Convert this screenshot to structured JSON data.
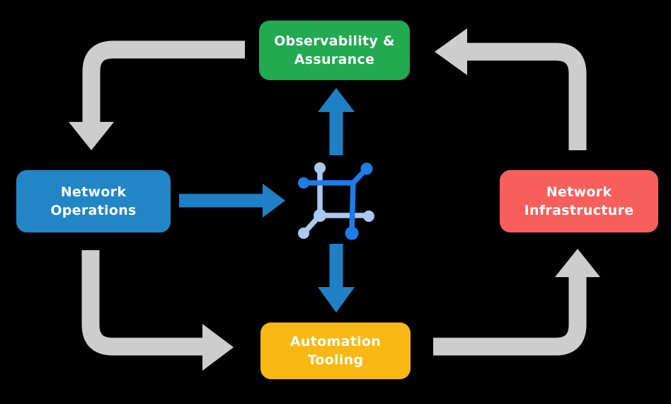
{
  "title": "Network automation closed-loop diagram",
  "colors": {
    "background": "#000000",
    "node_green": "#21aa50",
    "node_blue": "#2185c6",
    "node_red": "#f75f5c",
    "node_yellow": "#f9b813",
    "gray_arrow": "#cdcdcd",
    "blue_arrow": "#1f80c5",
    "icon_dark": "#1e7ce9",
    "icon_light": "#a9c8f2",
    "node_text": "#ffffff"
  },
  "nodes": {
    "observability": {
      "line1": "Observability &",
      "line2": "Assurance",
      "color": "#21aa50"
    },
    "operations": {
      "line1": "Network",
      "line2": "Operations",
      "color": "#2185c6"
    },
    "infrastructure": {
      "line1": "Network",
      "line2": "Infrastructure",
      "color": "#f75f5c"
    },
    "automation": {
      "line1": "Automation",
      "line2": "Tooling",
      "color": "#f9b813"
    }
  },
  "center_icon": {
    "name": "mesh-network-icon",
    "dark": "#1e7ce9",
    "light": "#a9c8f2"
  },
  "flows": {
    "outer_cycle": [
      "Observability & Assurance -> Network Operations",
      "Network Operations -> Automation Tooling",
      "Automation Tooling -> Network Infrastructure",
      "Network Infrastructure -> Observability & Assurance"
    ],
    "center_links": [
      "Network Operations -> center",
      "center -> Observability & Assurance",
      "center -> Automation Tooling"
    ]
  }
}
